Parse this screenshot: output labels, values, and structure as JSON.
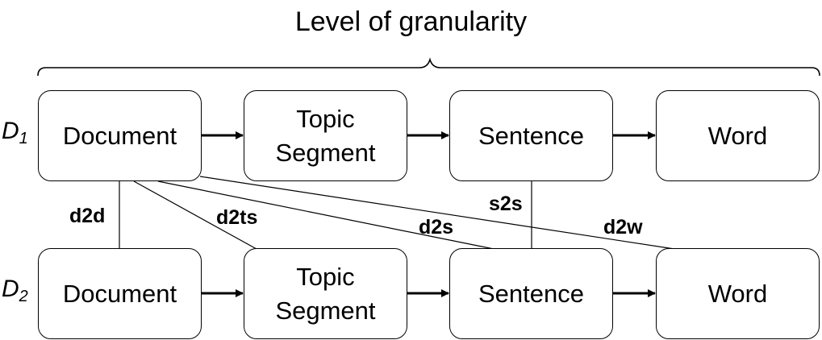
{
  "title": "Level of granularity",
  "rows": [
    {
      "label": "D",
      "sub": "1",
      "nodes": [
        "Document",
        "Topic\nSegment",
        "Sentence",
        "Word"
      ]
    },
    {
      "label": "D",
      "sub": "2",
      "nodes": [
        "Document",
        "Topic\nSegment",
        "Sentence",
        "Word"
      ]
    }
  ],
  "relations": [
    "d2d",
    "d2ts",
    "d2s",
    "s2s",
    "d2w"
  ]
}
